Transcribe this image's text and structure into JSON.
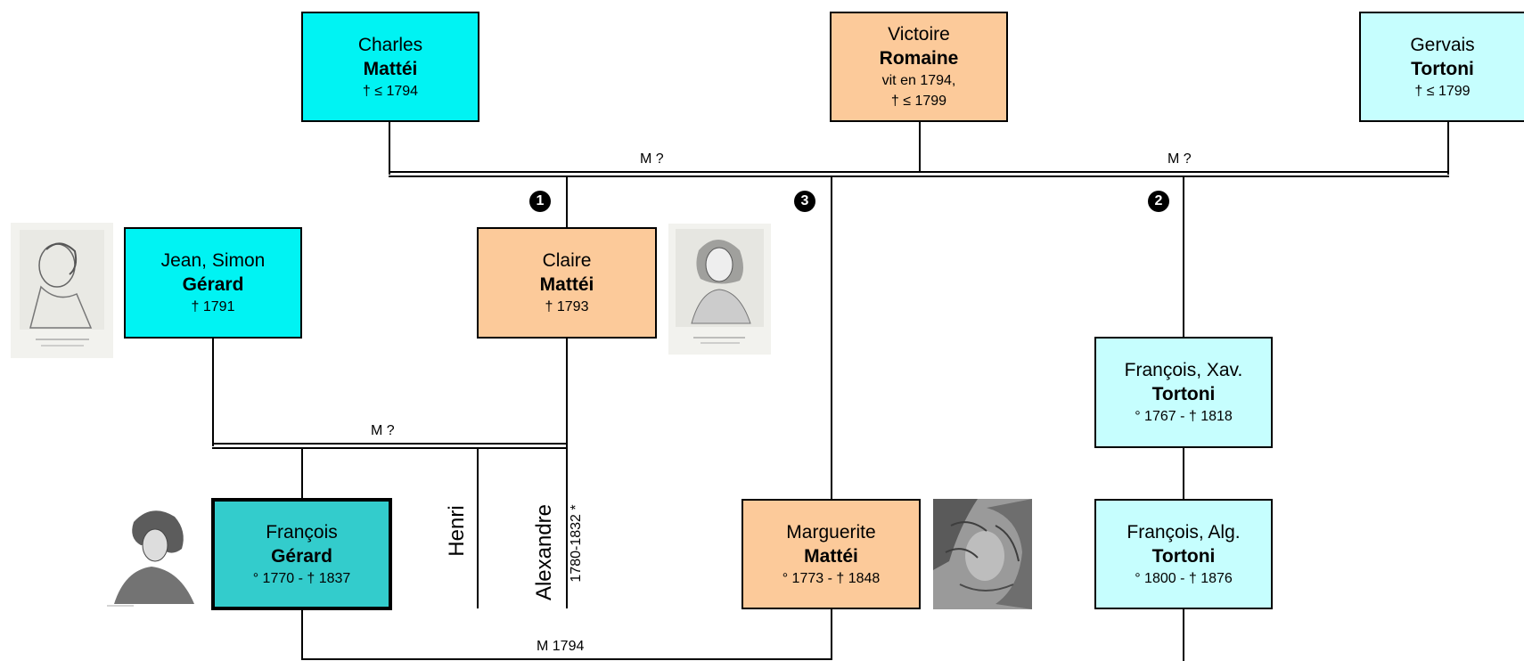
{
  "persons": {
    "charles": {
      "given": "Charles",
      "surname": "Mattéi",
      "dates": "† ≤ 1794"
    },
    "victoire": {
      "given": "Victoire",
      "surname": "Romaine",
      "dates": "vit  en 1794,",
      "dates2": "† ≤ 1799"
    },
    "gervais": {
      "given": "Gervais",
      "surname": "Tortoni",
      "dates": "† ≤ 1799"
    },
    "jean_simon": {
      "given": "Jean, Simon",
      "surname": "Gérard",
      "dates": "†  1791"
    },
    "claire": {
      "given": "Claire",
      "surname": "Mattéi",
      "dates": "†  1793"
    },
    "francois_xav": {
      "given": "François, Xav.",
      "surname": "Tortoni",
      "dates": "° 1767 -  † 1818"
    },
    "francois_gerard": {
      "given": "François",
      "surname": "Gérard",
      "dates": "° 1770 - †  1837"
    },
    "marguerite": {
      "given": "Marguerite",
      "surname": "Mattéi",
      "dates": "° 1773 - †  1848"
    },
    "francois_alg": {
      "given": "François, Alg.",
      "surname": "Tortoni",
      "dates": "° 1800 -  † 1876"
    }
  },
  "marriages": {
    "charles_victoire": "M ?",
    "victoire_gervais": "M ?",
    "jean_claire": "M ?",
    "francois_marguerite": "M 1794"
  },
  "badges": {
    "one": "❶",
    "two": "❷",
    "three": "❸"
  },
  "children": {
    "henri": "Henri",
    "alexandre": "Alexandre",
    "alexandre_dates": "1780-1832 *"
  },
  "colors": {
    "cyan": "#00f3f3",
    "light_cyan": "#c6fefe",
    "peach": "#fcca9a",
    "teal": "#33cccc"
  }
}
